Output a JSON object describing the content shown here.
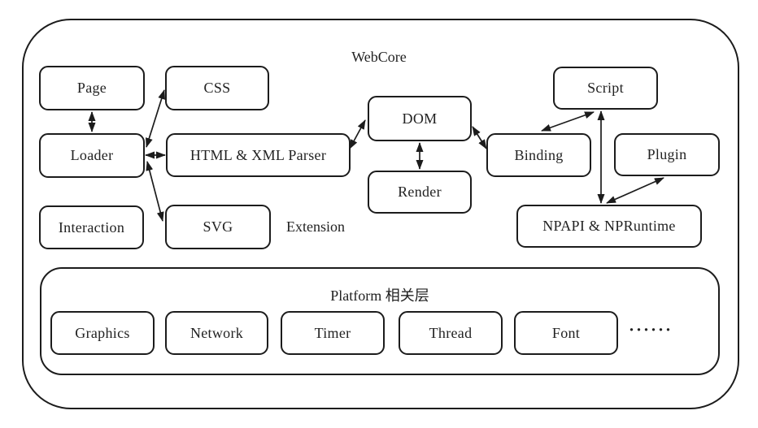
{
  "diagram": {
    "outer_label": "WebCore",
    "nodes": {
      "page": "Page",
      "css": "CSS",
      "loader": "Loader",
      "parser": "HTML & XML Parser",
      "dom": "DOM",
      "render": "Render",
      "script": "Script",
      "binding": "Binding",
      "plugin": "Plugin",
      "interaction": "Interaction",
      "svg": "SVG",
      "npapi": "NPAPI & NPRuntime"
    },
    "extension_label": "Extension",
    "platform": {
      "label": "Platform 相关层",
      "nodes": {
        "graphics": "Graphics",
        "network": "Network",
        "timer": "Timer",
        "thread": "Thread",
        "font": "Font"
      },
      "ellipsis": "······"
    },
    "connections": [
      "Page ↔ Loader",
      "Loader ↔ CSS",
      "Loader ↔ HTML & XML Parser",
      "Loader ↔ SVG",
      "HTML & XML Parser ↔ DOM",
      "DOM ↔ Render",
      "DOM ↔ Binding",
      "Binding ↔ Script",
      "Script ↔ NPAPI & NPRuntime",
      "Plugin ↔ NPAPI & NPRuntime"
    ],
    "colors": {
      "line": "#1c1c1c",
      "background": "#ffffff",
      "text": "#222222"
    }
  }
}
